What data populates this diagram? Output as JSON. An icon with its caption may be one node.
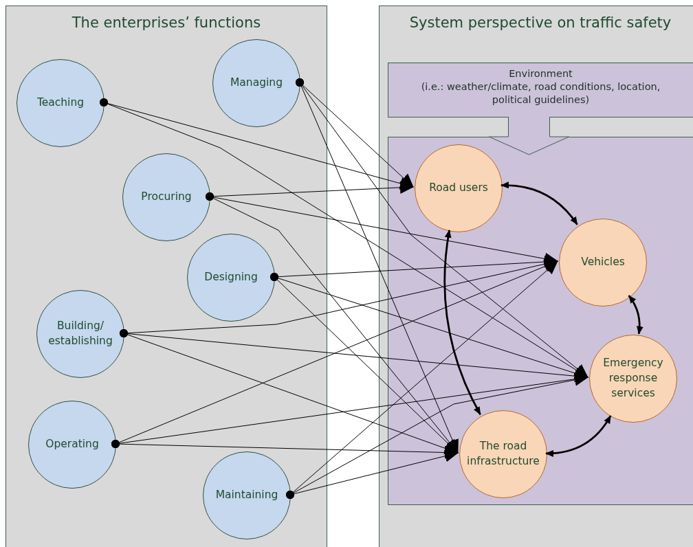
{
  "diagram": {
    "nodes": [
      {
        "text": [
          "The enterprises’ functions"
        ]
      },
      {
        "text": [
          "Teaching"
        ],
        "in": 0
      },
      {
        "text": [
          "Managing"
        ],
        "in": 0
      },
      {
        "text": [
          "Procuring"
        ],
        "in": 0
      },
      {
        "text": [
          "Designing"
        ],
        "in": 0
      },
      {
        "text": [
          "Building/ establishing"
        ],
        "in": 0
      },
      {
        "text": [
          "Operating"
        ],
        "in": 0
      },
      {
        "text": [
          "Maintaining"
        ],
        "in": 0
      },
      {
        "text": [
          "System perspective on traffic safety"
        ]
      },
      {
        "text": [
          "Environment",
          "(i.e.: weather/climate, road conditions, location, political guidelines)"
        ],
        "in": 8
      },
      {
        "text": [],
        "shape": "box",
        "in": 8
      },
      {
        "text": [
          "Road users"
        ],
        "in": 10
      },
      {
        "text": [
          "Vehicles"
        ],
        "in": 10
      },
      {
        "text": [
          "Emergency response services"
        ],
        "in": 10
      },
      {
        "text": [
          "The road infrastructure"
        ],
        "in": 10
      }
    ],
    "edges": [
      {
        "from": 1,
        "to": 11,
        "arrow": "to"
      },
      {
        "from": 1,
        "to": 13,
        "arrow": "to"
      },
      {
        "from": 2,
        "to": 11,
        "arrow": "to"
      },
      {
        "from": 2,
        "to": 13,
        "arrow": "to"
      },
      {
        "from": 2,
        "to": 14,
        "arrow": "to"
      },
      {
        "from": 3,
        "to": 11,
        "arrow": "to"
      },
      {
        "from": 3,
        "to": 12,
        "arrow": "to"
      },
      {
        "from": 3,
        "to": 14,
        "arrow": "to"
      },
      {
        "from": 4,
        "to": 12,
        "arrow": "to"
      },
      {
        "from": 4,
        "to": 13,
        "arrow": "to"
      },
      {
        "from": 4,
        "to": 14,
        "arrow": "to"
      },
      {
        "from": 5,
        "to": 12,
        "arrow": "to"
      },
      {
        "from": 5,
        "to": 13,
        "arrow": "to"
      },
      {
        "from": 5,
        "to": 14,
        "arrow": "to"
      },
      {
        "from": 6,
        "to": 12,
        "arrow": "to"
      },
      {
        "from": 6,
        "to": 13,
        "arrow": "to"
      },
      {
        "from": 6,
        "to": 14,
        "arrow": "to"
      },
      {
        "from": 7,
        "to": 12,
        "arrow": "to"
      },
      {
        "from": 7,
        "to": 13,
        "arrow": "to"
      },
      {
        "from": 7,
        "to": 14,
        "arrow": "to"
      },
      {
        "from": 11,
        "to": 12,
        "arrow": "both",
        "style": "thick"
      },
      {
        "from": 12,
        "to": 13,
        "arrow": "both",
        "style": "thick"
      },
      {
        "from": 13,
        "to": 14,
        "arrow": "both",
        "style": "thick"
      },
      {
        "from": 11,
        "to": 14,
        "arrow": "both",
        "style": "thick"
      },
      {
        "from": 9,
        "to": 10,
        "arrow": "to"
      }
    ]
  }
}
